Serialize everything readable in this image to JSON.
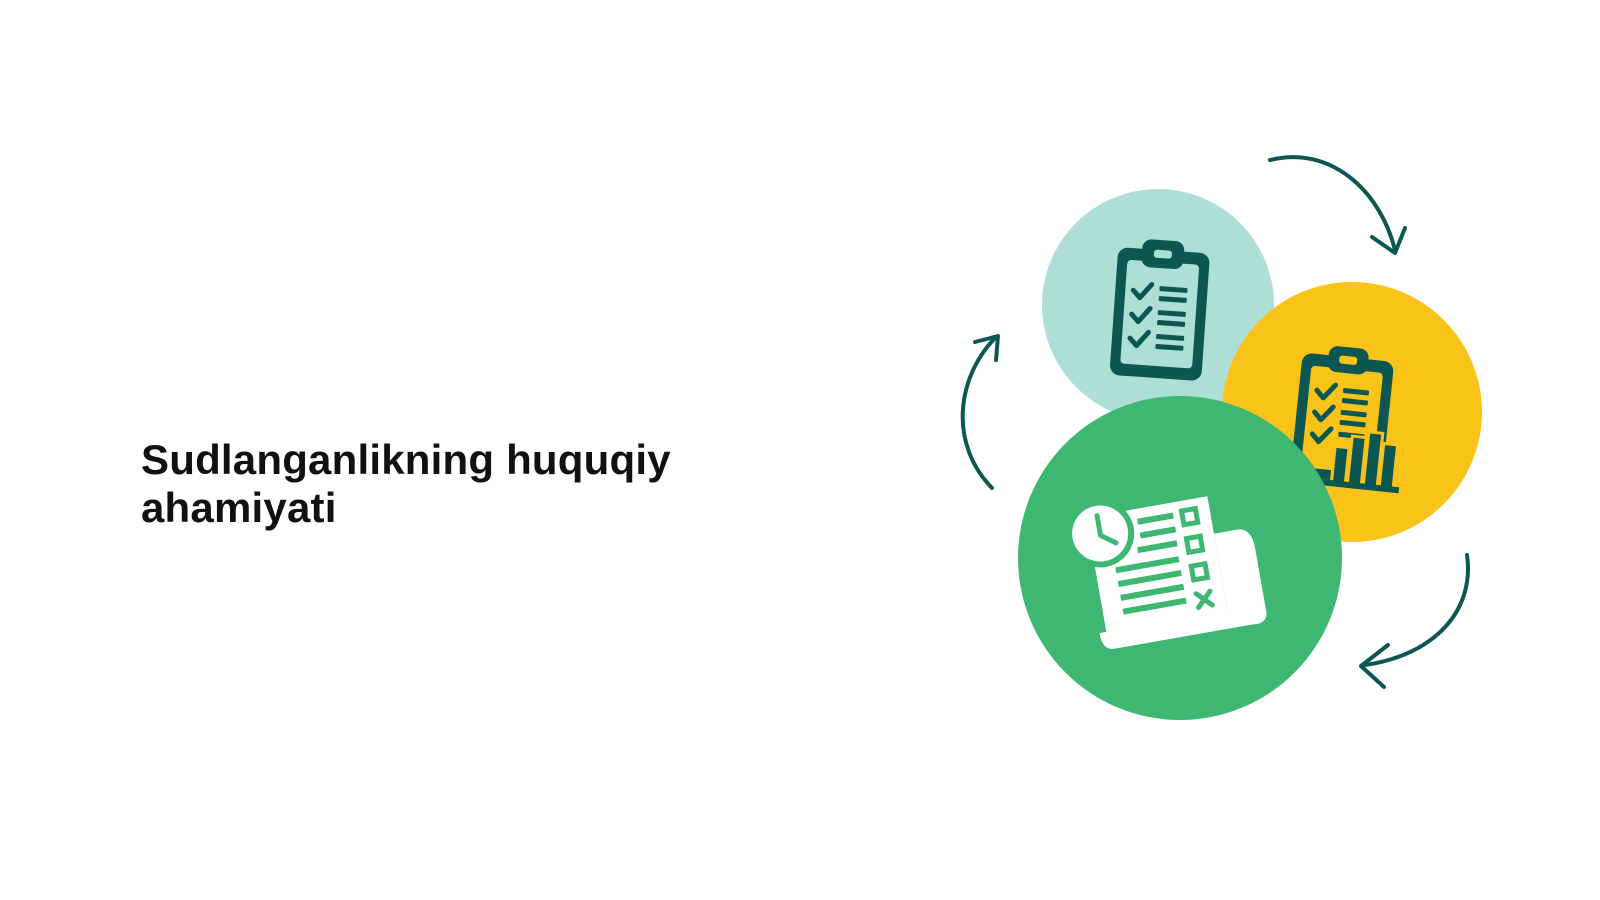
{
  "title": {
    "line1": "Sudlanganlikning huquqiy",
    "line2": "ahamiyati"
  },
  "illustration": {
    "colors": {
      "arrow": "#0d5752",
      "icon_dark": "#0d5752",
      "circle_mint": "#aedfd4",
      "circle_yellow": "#f9c31a",
      "circle_green": "#3db771",
      "icon_light": "#ffffff"
    },
    "icons": [
      "checklist-clipboard-icon",
      "report-chart-clipboard-icon",
      "schedule-document-icon"
    ],
    "arrows": [
      "cycle-arrow-top-right",
      "cycle-arrow-bottom-right",
      "cycle-arrow-left"
    ]
  }
}
